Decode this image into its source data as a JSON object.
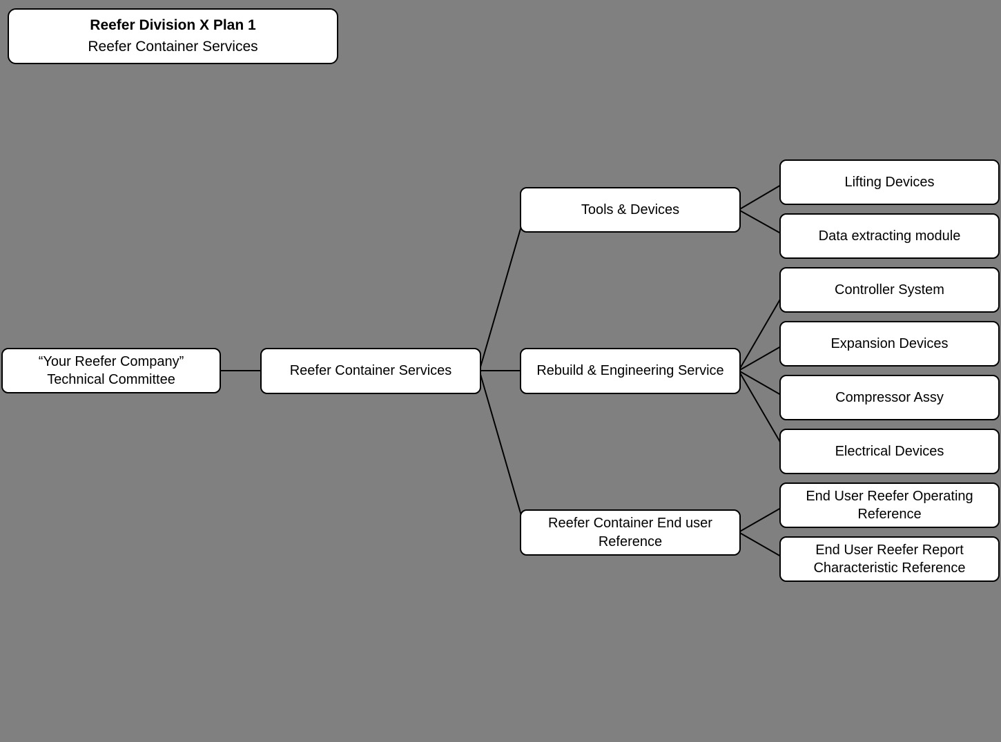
{
  "title_card": {
    "title": "Reefer Division X Plan 1",
    "subtitle": "Reefer Container Services"
  },
  "org": {
    "root": {
      "label": "“Your Reefer Company” Technical Committee"
    },
    "main": {
      "label": "Reefer Container Services",
      "branches": [
        {
          "label": "Tools & Devices",
          "children": [
            "Lifting Devices",
            "Data extracting module"
          ]
        },
        {
          "label": "Rebuild & Engineering Service",
          "children": [
            "Controller System",
            "Expansion Devices",
            "Compressor Assy",
            "Electrical Devices"
          ]
        },
        {
          "label": "Reefer Container End user Reference",
          "children": [
            "End User Reefer Operating Reference",
            "End User Reefer Report Characteristic Reference"
          ]
        }
      ]
    }
  },
  "colors": {
    "background": "#808080",
    "node_fill": "#ffffff",
    "node_border": "#000000",
    "connector": "#000000",
    "text": "#000000"
  }
}
